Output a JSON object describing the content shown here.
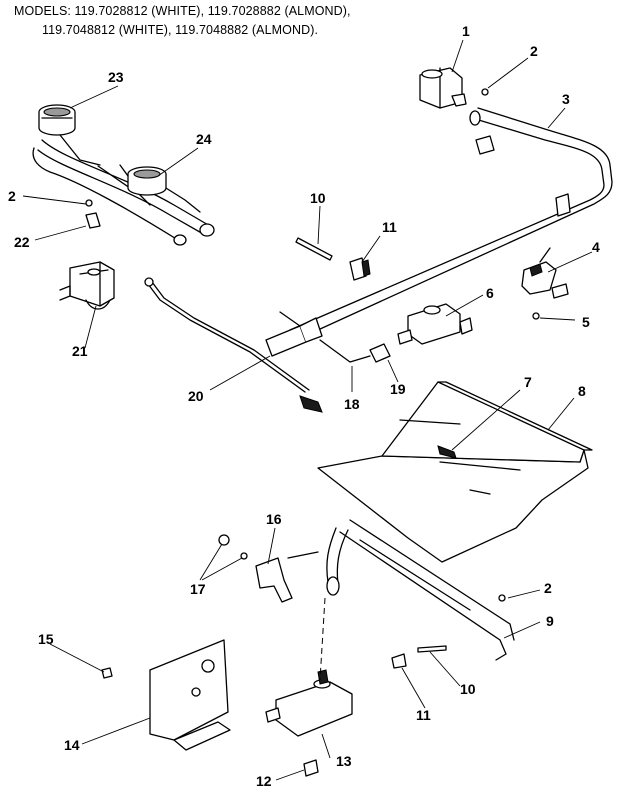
{
  "header": {
    "line1": "MODELS:  119.7028812 (WHITE), 119.7028882 (ALMOND),",
    "line2": "119.7048812 (WHITE), 119.7048882 (ALMOND)."
  },
  "callouts": [
    "1",
    "2",
    "3",
    "23",
    "24",
    "2",
    "22",
    "10",
    "11",
    "4",
    "5",
    "21",
    "6",
    "20",
    "19",
    "18",
    "7",
    "8",
    "16",
    "17",
    "2",
    "9",
    "15",
    "10",
    "11",
    "14",
    "13",
    "12"
  ]
}
